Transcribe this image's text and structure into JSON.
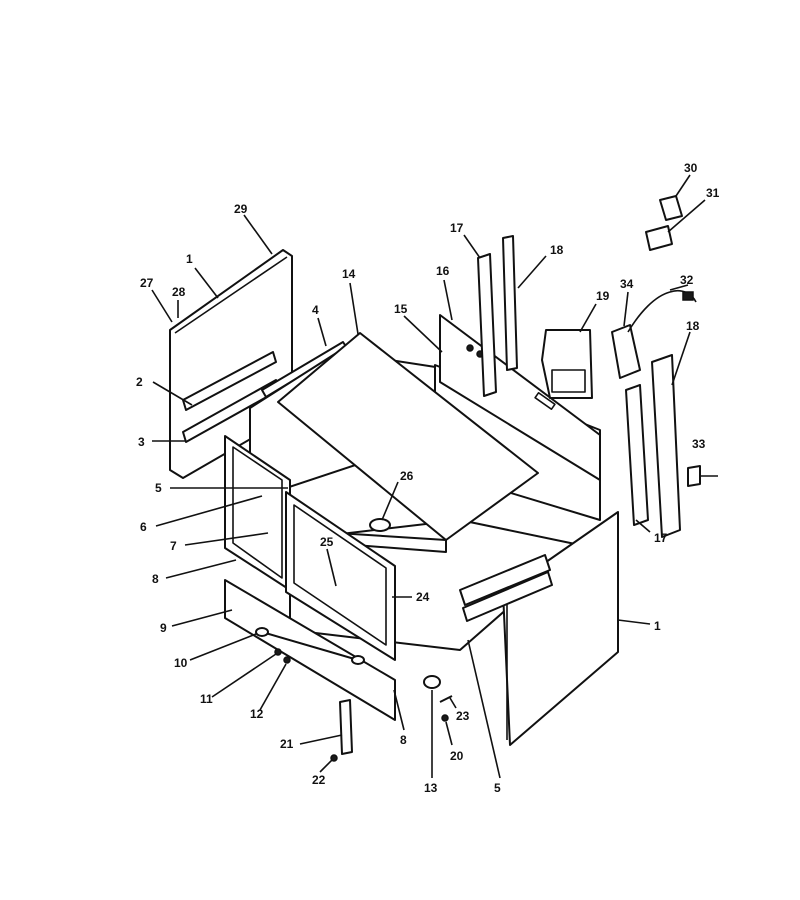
{
  "callouts": {
    "c1a": "1",
    "c1b": "1",
    "c2": "2",
    "c3": "3",
    "c4": "4",
    "c5a": "5",
    "c5b": "5",
    "c6": "6",
    "c7": "7",
    "c8a": "8",
    "c8b": "8",
    "c9": "9",
    "c10": "10",
    "c11": "11",
    "c12": "12",
    "c13": "13",
    "c14": "14",
    "c15": "15",
    "c16": "16",
    "c17a": "17",
    "c17b": "17",
    "c18a": "18",
    "c18b": "18",
    "c19": "19",
    "c20": "20",
    "c21": "21",
    "c22": "22",
    "c23": "23",
    "c24": "24",
    "c25": "25",
    "c26": "26",
    "c27": "27",
    "c28": "28",
    "c29": "29",
    "c30": "30",
    "c31": "31",
    "c32": "32",
    "c33": "33",
    "c34": "34"
  }
}
